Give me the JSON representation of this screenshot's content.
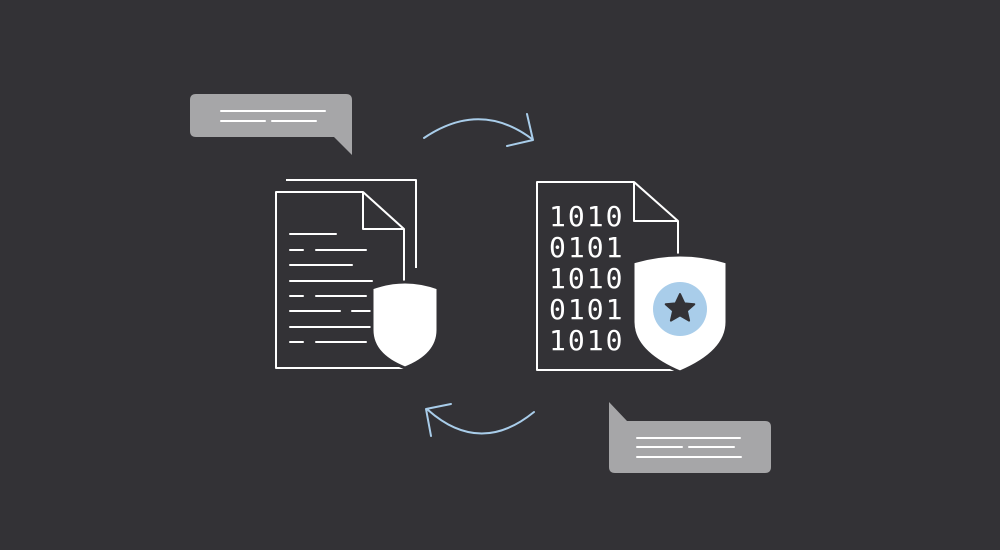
{
  "colors": {
    "background": "#333236",
    "line": "#ffffff",
    "bubble": "#a6a6a8",
    "bubble_line": "#ffffff",
    "arrow": "#a9cdea",
    "badge": "#a9cdea",
    "star": "#333236"
  },
  "icons": {
    "plain_document": "document-icon",
    "plain_shield": "shield-icon",
    "binary_document": "binary-document-icon",
    "badge_shield": "shield-star-icon",
    "top_arrow": "arrow-right-curved-icon",
    "bottom_arrow": "arrow-left-curved-icon",
    "top_bubble": "speech-bubble-icon",
    "bottom_bubble": "speech-bubble-icon"
  },
  "binary_rows": [
    "1010",
    "0101",
    "1010",
    "0101",
    "1010"
  ]
}
